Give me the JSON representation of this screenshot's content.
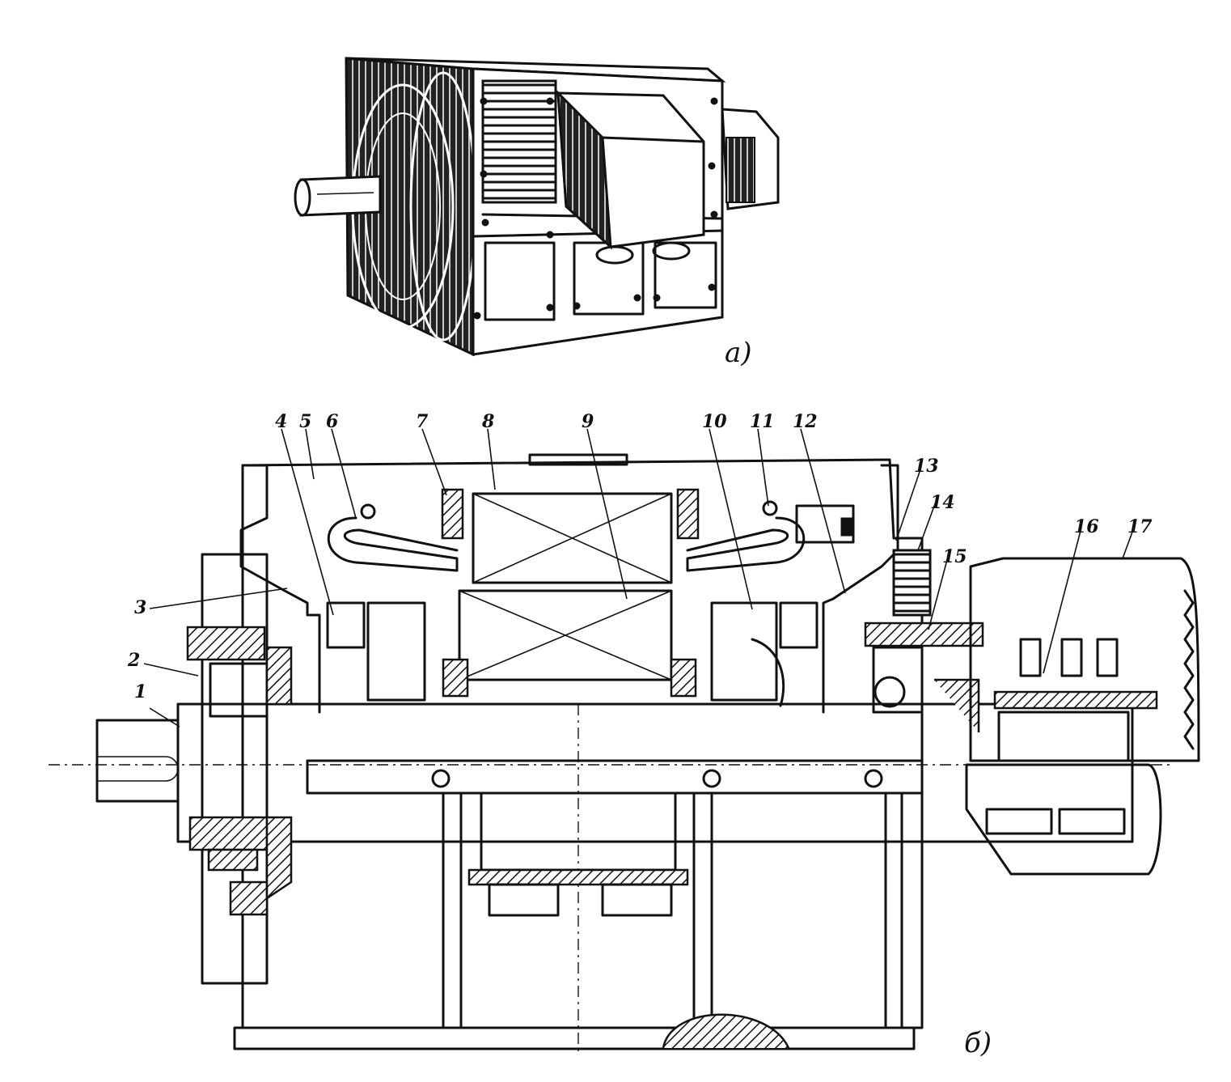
{
  "captions": {
    "view_a": "а)",
    "view_b": "б)"
  },
  "callouts": [
    "1",
    "2",
    "3",
    "4",
    "5",
    "6",
    "7",
    "8",
    "9",
    "10",
    "11",
    "12",
    "13",
    "14",
    "15",
    "16",
    "17"
  ]
}
